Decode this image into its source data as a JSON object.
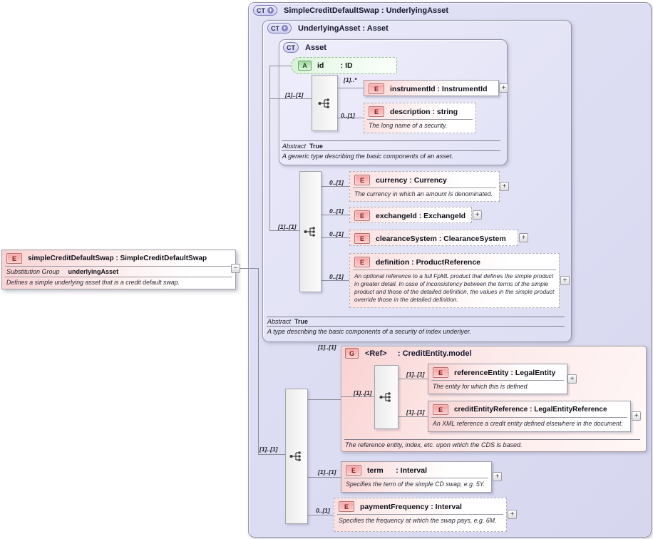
{
  "icons": {
    "plus": "+",
    "minus": "−"
  },
  "root_element": {
    "badge": "E",
    "title": "simpleCreditDefaultSwap : SimpleCreditDefaultSwap",
    "substitution_group_label": "Substitution Group",
    "substitution_group_value": "underlyingAsset",
    "annotation": "Defines a simple underlying asset that is a credit default swap."
  },
  "outer_panel": {
    "badge": "CT",
    "title": "SimpleCreditDefaultSwap : UnderlyingAsset"
  },
  "underlying_asset_panel": {
    "badge": "CT",
    "title": "UnderlyingAsset : Asset",
    "abstract_label": "Abstract",
    "abstract_value": "True",
    "annotation": "A type describing the basic components of a security of index underlyer.",
    "occurrence": "[1]..[1]"
  },
  "asset_panel": {
    "badge": "CT",
    "title": "Asset",
    "abstract_label": "Abstract",
    "abstract_value": "True",
    "annotation": "A generic type describing the basic components of an asset.",
    "occurrence": "[1]..[1]"
  },
  "group": {
    "badge": "G",
    "title": "<Ref>     : CreditEntity.model",
    "occurrence": "[1]..[1]",
    "sequence_occurrence": "[1]..[1]",
    "annotation": "The reference entity, index, etc. upon which the CDS is based."
  },
  "root_sequence_occurrence": "[1]..[1]",
  "attribute_id": {
    "badge": "A",
    "title": "id        : ID"
  },
  "elements": {
    "instrumentId": {
      "badge": "E",
      "occurrence": "[1]..*",
      "title": "instrumentId : InstrumentId"
    },
    "description": {
      "badge": "E",
      "occurrence": "0..[1]",
      "title": "description : string",
      "annotation": "The long name of a security."
    },
    "currency": {
      "badge": "E",
      "occurrence": "0..[1]",
      "title": "currency : Currency",
      "annotation": "The currency in which an amount is denominated."
    },
    "exchangeId": {
      "badge": "E",
      "occurrence": "0..[1]",
      "title": "exchangeId : ExchangeId"
    },
    "clearanceSystem": {
      "badge": "E",
      "occurrence": "0..[1]",
      "title": "clearanceSystem : ClearanceSystem"
    },
    "definition": {
      "badge": "E",
      "occurrence": "0..[1]",
      "title": "definition : ProductReference",
      "annotation": "An optional reference to a full FpML product that defines the simple product in greater detail. In case of inconsistency between the terms of the simple product and those of the detailed definition, the values in the simple product override those in the detailed definition."
    },
    "referenceEntity": {
      "badge": "E",
      "occurrence": "[1]..[1]",
      "title": "referenceEntity : LegalEntity",
      "annotation": "The entity for which this is defined."
    },
    "creditEntityReference": {
      "badge": "E",
      "occurrence": "[1]..[1]",
      "title": "creditEntityReference : LegalEntityReference",
      "annotation": "An XML reference a credit entity defined elsewhere in the document."
    },
    "term": {
      "badge": "E",
      "occurrence": "[1]..[1]",
      "title": "term      : Interval",
      "annotation": "Specifies the term of the simple CD swap, e.g. 5Y."
    },
    "paymentFrequency": {
      "badge": "E",
      "occurrence": "0..[1]",
      "title": "paymentFrequency : Interval",
      "annotation": "Specifies the frequency at which the swap pays, e.g. 6M."
    }
  }
}
